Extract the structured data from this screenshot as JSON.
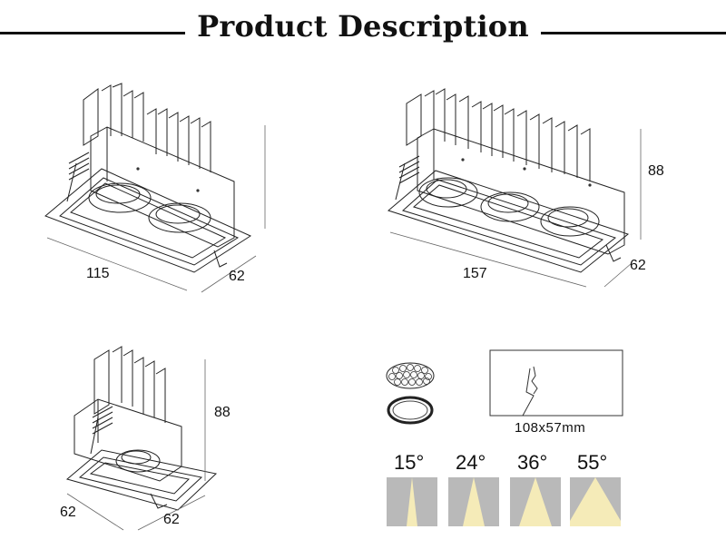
{
  "header": {
    "title": "Product Description"
  },
  "dimensions": {
    "double_width": "115",
    "double_depth": "62",
    "triple_height": "88",
    "triple_depth": "62",
    "triple_width": "157",
    "single_height": "88",
    "single_depth_left": "62",
    "single_depth_right": "62"
  },
  "cutout": {
    "size": "108x57mm"
  },
  "beam_angles": [
    "15°",
    "24°",
    "36°",
    "55°"
  ],
  "colors": {
    "beam_bg": "#b9b9b9",
    "beam_light": "#f5ebb8"
  }
}
